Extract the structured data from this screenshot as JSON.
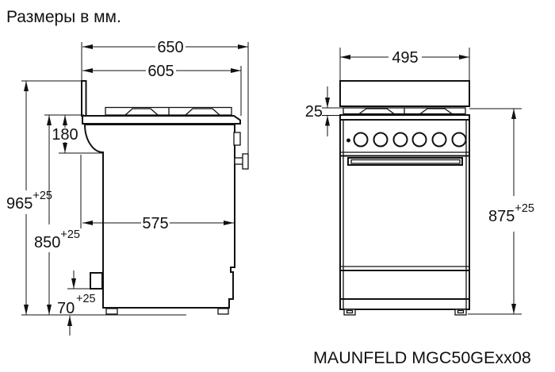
{
  "title": "Размеры в мм.",
  "model_label": "MAUNFELD MGC50GExx08",
  "colors": {
    "ink": "#111111",
    "background": "#ffffff"
  },
  "side_view_dimensions": {
    "overall_depth": "650",
    "depth_to_hob_edge": "605",
    "overall_height": "965",
    "overall_height_tolerance": "+25",
    "hob_height": "850",
    "hob_height_tolerance": "+25",
    "hob_to_rear_ledge": "180",
    "body_depth": "575",
    "gas_inlet_height": "70",
    "gas_inlet_tolerance": "+25"
  },
  "front_view_dimensions": {
    "width": "495",
    "grate_height": "25",
    "height_to_grate": "875",
    "height_to_grate_tolerance": "+25"
  }
}
